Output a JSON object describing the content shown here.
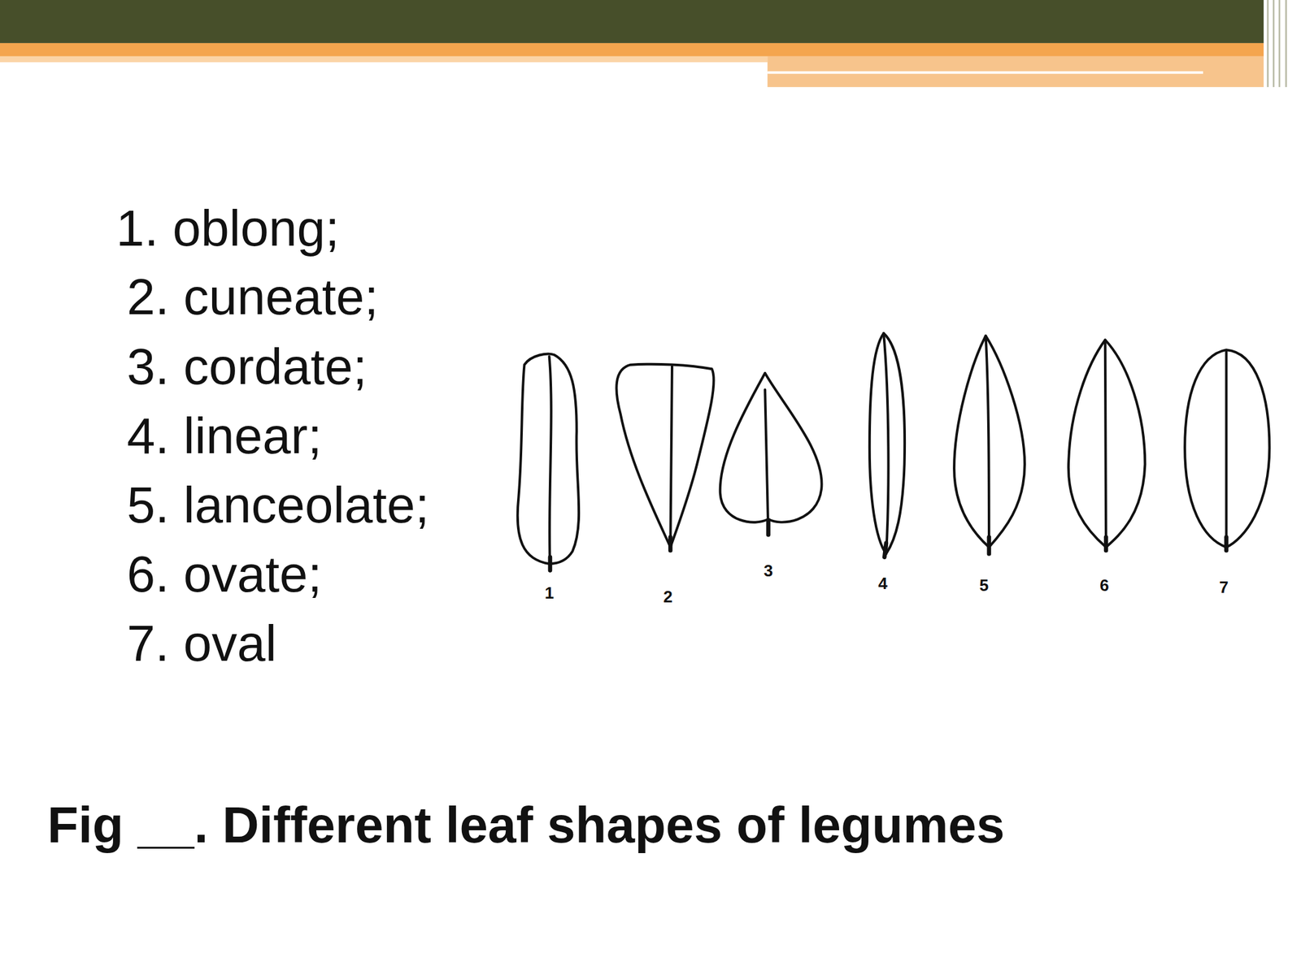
{
  "diagram": {
    "caption": "Fig __. Different leaf shapes of legumes",
    "labels": [
      "1. oblong;",
      "2. cuneate;",
      "3. cordate;",
      "4. linear;",
      "5. lanceolate;",
      "6. ovate;",
      "7. oval",
      "1",
      "2",
      "3",
      "4",
      "5",
      "6",
      "7"
    ]
  }
}
